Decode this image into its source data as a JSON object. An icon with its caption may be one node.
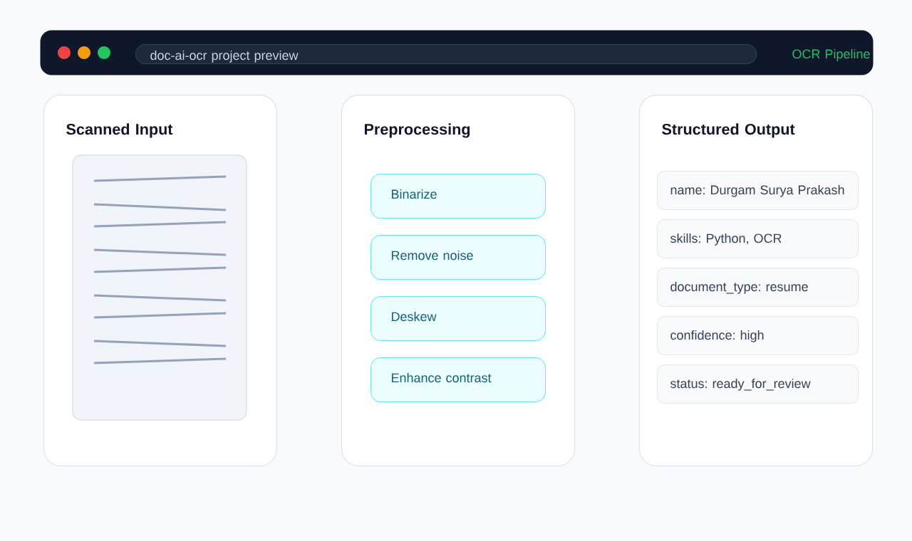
{
  "diagram": {
    "nodes": [
      {
        "text": [
          "OCR Pipeline"
        ]
      },
      {
        "text": [
          "doc-ai-ocr project preview"
        ],
        "in": 0
      },
      {
        "text": [
          "Scanned Input"
        ]
      },
      {
        "text": [
          "Preprocessing"
        ]
      },
      {
        "text": [
          "Binarize"
        ],
        "in": 3
      },
      {
        "text": [
          "Remove noise"
        ],
        "in": 3
      },
      {
        "text": [
          "Deskew"
        ],
        "in": 3
      },
      {
        "text": [
          "Enhance contrast"
        ],
        "in": 3
      },
      {
        "text": [
          "Structured Output"
        ]
      },
      {
        "text": [
          "name: Durgam Surya Prakash"
        ],
        "in": 8
      },
      {
        "text": [
          "skills: Python, OCR"
        ],
        "in": 8
      },
      {
        "text": [
          "document_type: resume"
        ],
        "in": 8
      },
      {
        "text": [
          "confidence: high"
        ],
        "in": 8
      },
      {
        "text": [
          "status: ready_for_review"
        ],
        "in": 8
      }
    ]
  }
}
